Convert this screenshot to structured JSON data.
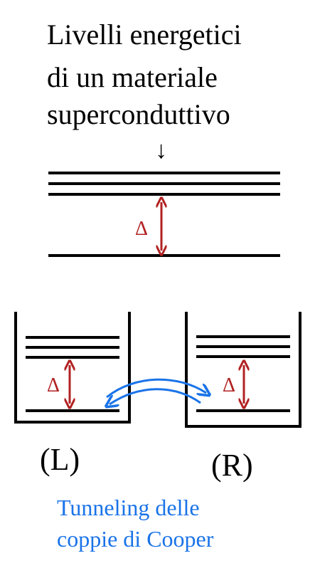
{
  "title": [
    "Livelli energetici",
    "di un materiale",
    "superconduttivo"
  ],
  "down_arrow": "↓",
  "gap_symbol": "Δ",
  "left_label": "(L)",
  "right_label": "(R)",
  "caption": [
    "Tunneling delle",
    "coppie di Cooper"
  ],
  "colors": {
    "gap": "#b22222",
    "tunneling": "#1a73e8",
    "lines": "#000000"
  }
}
